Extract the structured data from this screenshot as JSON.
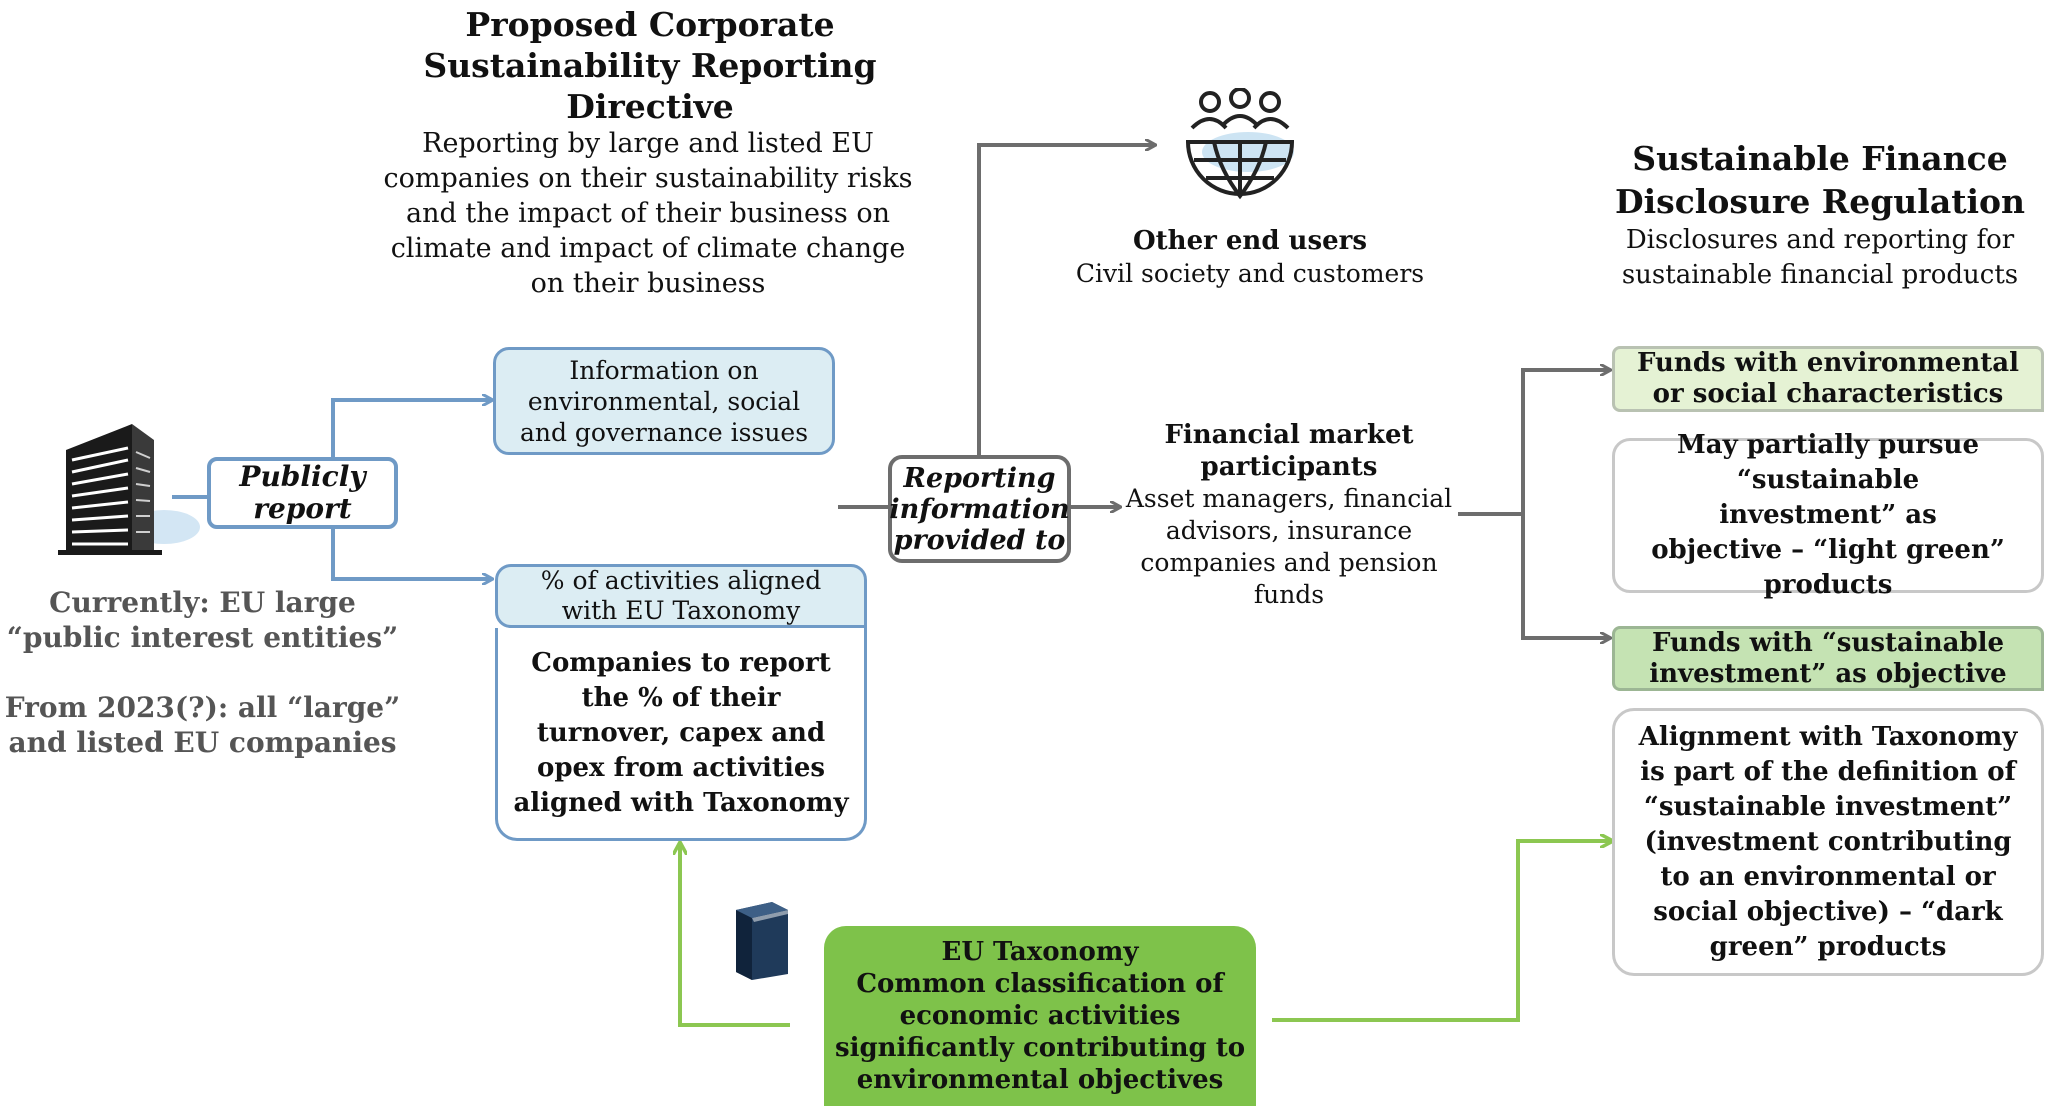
{
  "csrd": {
    "title": "Proposed Corporate Sustainability Reporting Directive",
    "description": "Reporting by large and listed EU companies on their sustainability risks and the impact of their business on climate and impact of climate change on their business"
  },
  "companies": {
    "currently": "Currently: EU large “public interest entities”",
    "future": "From 2023(?): all “large” and listed EU companies"
  },
  "publicly_report": "Publicly report",
  "esg_box": "Information on environmental, social and governance issues",
  "taxonomy_pct_header": "% of activities aligned with EU Taxonomy",
  "taxonomy_pct_body": "Companies to report the % of their turnover, capex and opex from activities aligned with Taxonomy",
  "reporting_info": "Reporting information provided to",
  "end_users": {
    "title": "Other end users",
    "subtitle": "Civil society and customers"
  },
  "fmp": {
    "title": "Financial market participants",
    "subtitle": "Asset managers, financial advisors, insurance companies and pension funds"
  },
  "sfdr": {
    "title": "Sustainable Finance Disclosure Regulation",
    "subtitle": "Disclosures and reporting for sustainable financial products"
  },
  "art8": {
    "header": "Funds with environmental or social characteristics",
    "body": "May partially pursue “sustainable investment” as objective – “light  green” products"
  },
  "art9": {
    "header": "Funds with “sustainable investment”  as objective",
    "body": "Alignment with Taxonomy is part of the definition of “sustainable investment” (investment contributing to an environmental or social objective) – “dark green” products"
  },
  "eu_taxonomy": {
    "title": "EU Taxonomy",
    "body": "Common classification of economic activities significantly contributing to environmental objectives"
  },
  "colors": {
    "blue_line": "#6f9ac6",
    "grey_line": "#6d6d6d",
    "green_line": "#8cc751",
    "green_box": "#7ec24a",
    "light_blue_fill": "#dcedf3",
    "light_green_fill": "#e5f2d4",
    "mid_green_fill": "#c5e3b3"
  }
}
